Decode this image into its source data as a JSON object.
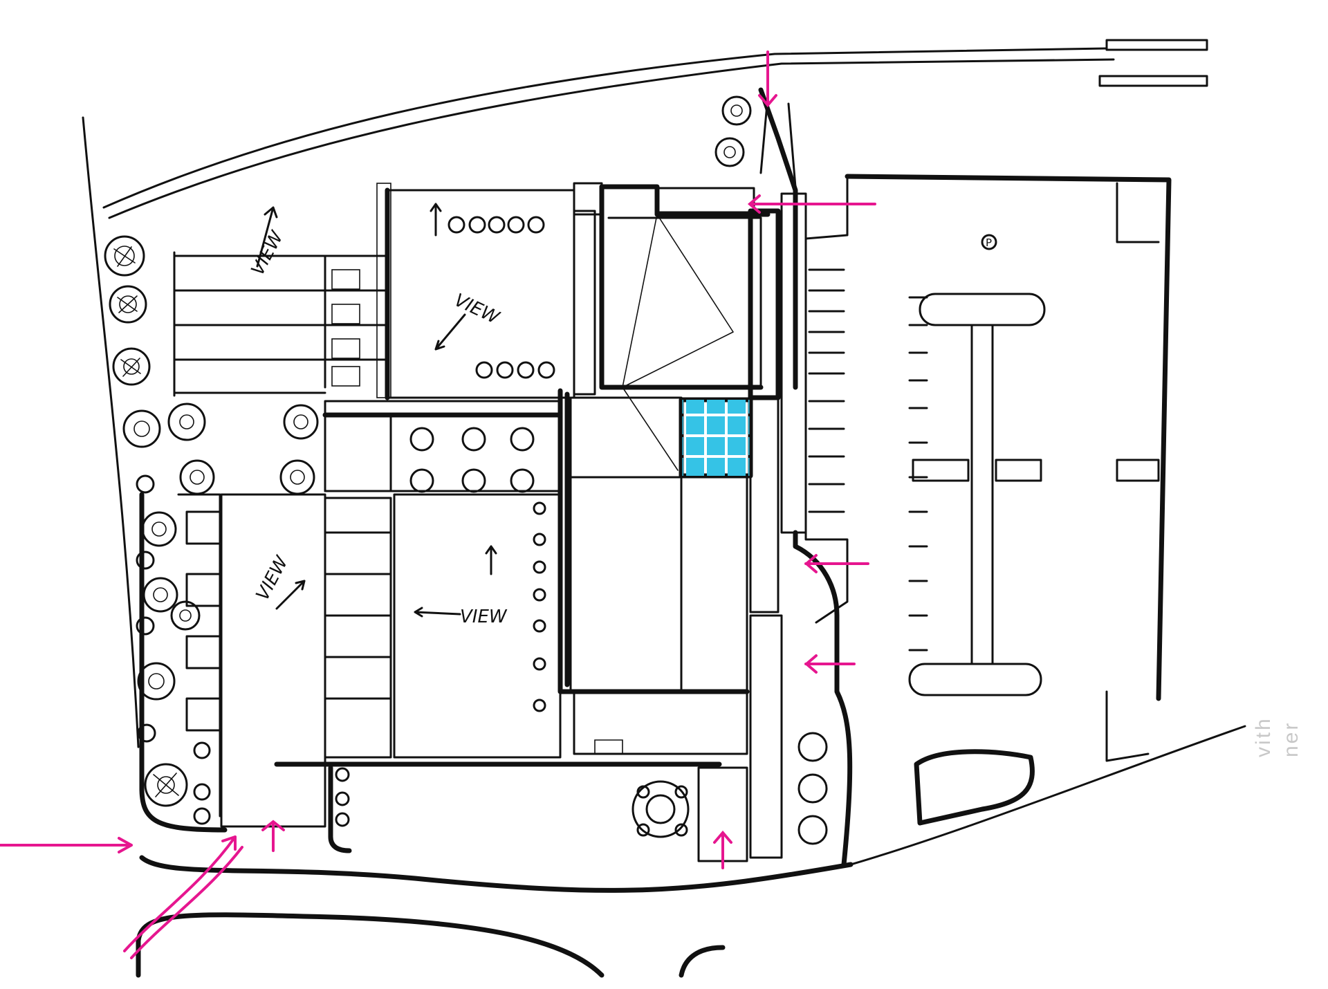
{
  "sketch": {
    "view_labels": [
      "VIEW",
      "VIEW",
      "VIEW",
      "VIEW"
    ],
    "parking_mark": "P",
    "watermark_lines": [
      "vith",
      "ner"
    ]
  },
  "colors": {
    "ink": "#111111",
    "access_arrows": "#e6168f",
    "water": "#35c3e6",
    "paper": "#ffffff"
  },
  "icons": [
    "tree-symbol-icon",
    "shrub-symbol-icon",
    "north-arrow-icon",
    "entry-arrow-icon"
  ]
}
